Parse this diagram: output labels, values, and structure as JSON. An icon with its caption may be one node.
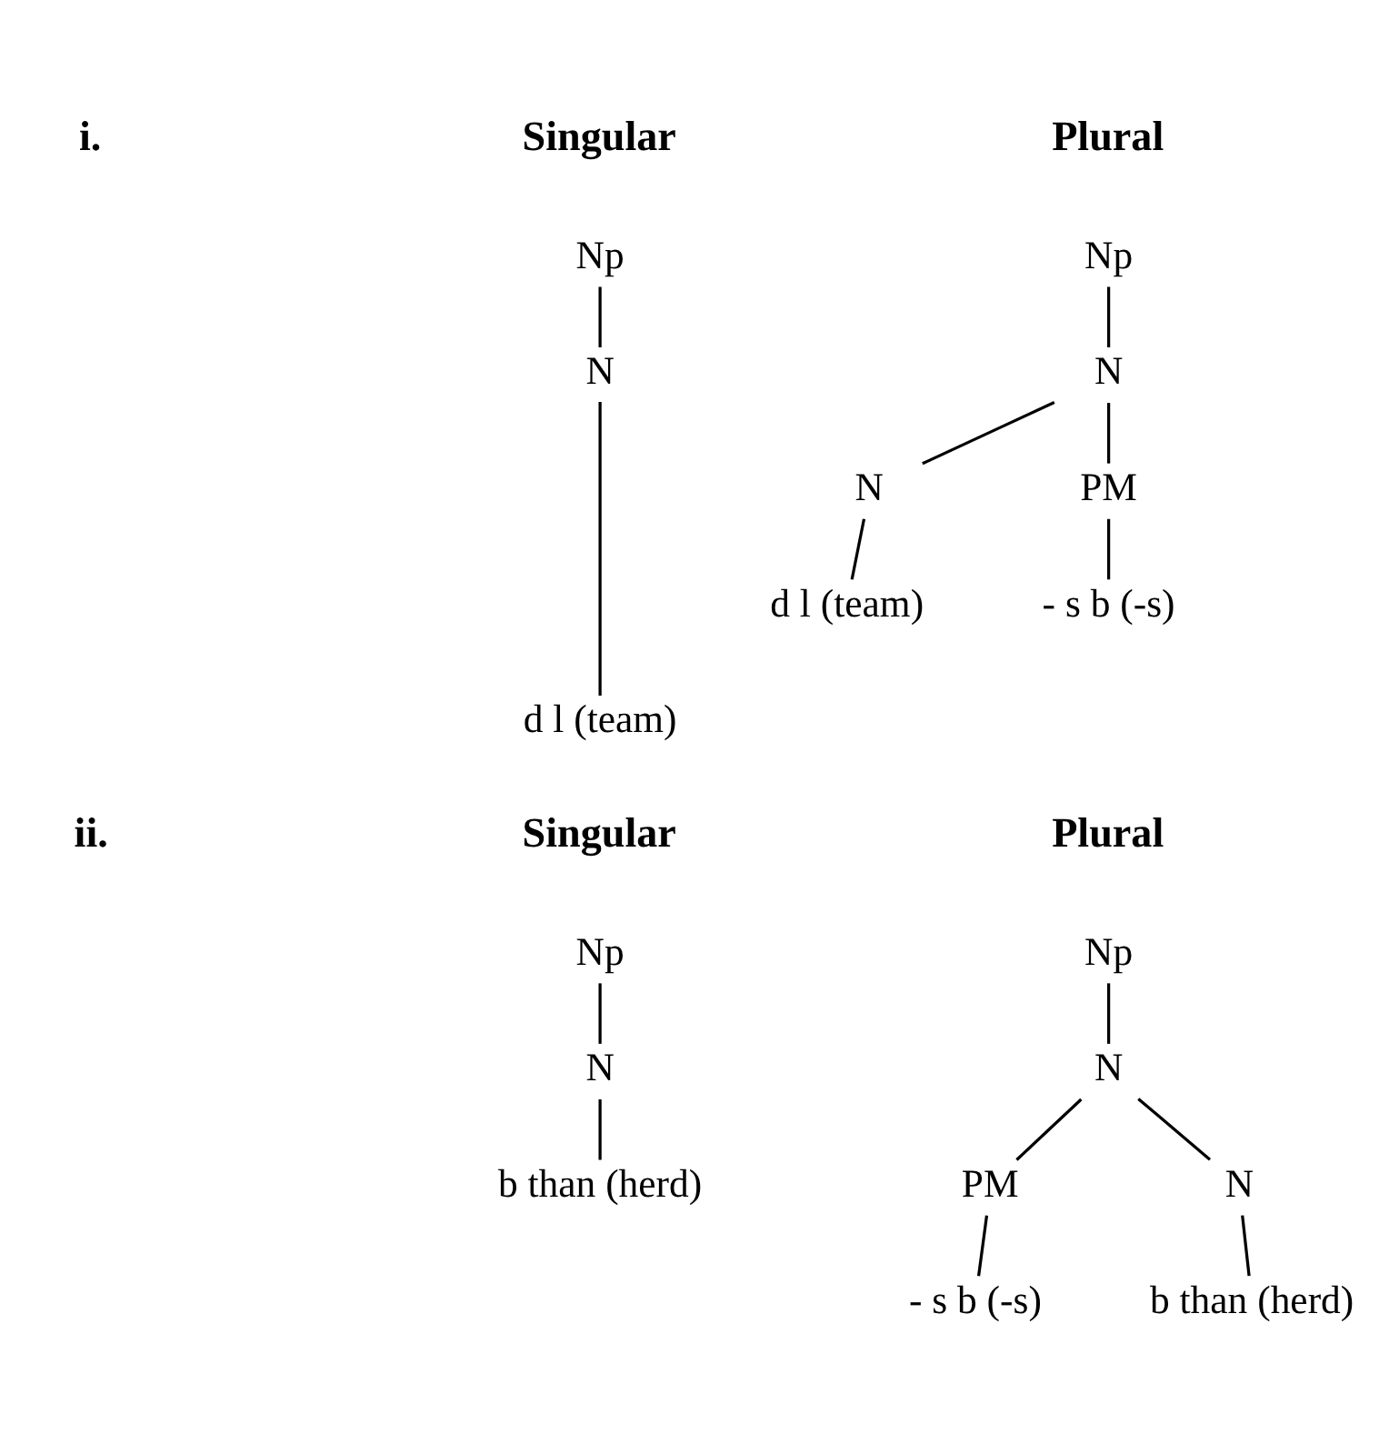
{
  "diagram": {
    "nodes": [
      {
        "text": [
          "Np"
        ]
      },
      {
        "text": [
          "N"
        ]
      },
      {
        "text": [
          "d l (team)"
        ]
      },
      {
        "text": [
          "Np"
        ]
      },
      {
        "text": [
          "N"
        ]
      },
      {
        "text": [
          "N"
        ]
      },
      {
        "text": [
          "PM"
        ]
      },
      {
        "text": [
          "d l (team)"
        ]
      },
      {
        "text": [
          "- s b (-s)"
        ]
      },
      {
        "text": [
          "Np"
        ]
      },
      {
        "text": [
          "N"
        ]
      },
      {
        "text": [
          "b than (herd)"
        ]
      },
      {
        "text": [
          "Np"
        ]
      },
      {
        "text": [
          "N"
        ]
      },
      {
        "text": [
          "N"
        ]
      },
      {
        "text": [
          "PM"
        ]
      },
      {
        "text": [
          "b than (herd)"
        ]
      },
      {
        "text": [
          "- s b (-s)"
        ]
      }
    ],
    "edges": [
      {
        "from": 0,
        "to": 1,
        "arrow": "none"
      },
      {
        "from": 1,
        "to": 2,
        "arrow": "none"
      },
      {
        "from": 3,
        "to": 4,
        "arrow": "none"
      },
      {
        "from": 4,
        "to": 5,
        "arrow": "none"
      },
      {
        "from": 4,
        "to": 6,
        "arrow": "none"
      },
      {
        "from": 5,
        "to": 7,
        "arrow": "none"
      },
      {
        "from": 6,
        "to": 8,
        "arrow": "none"
      },
      {
        "from": 9,
        "to": 10,
        "arrow": "none"
      },
      {
        "from": 10,
        "to": 11,
        "arrow": "none"
      },
      {
        "from": 12,
        "to": 13,
        "arrow": "none"
      },
      {
        "from": 13,
        "to": 14,
        "arrow": "none"
      },
      {
        "from": 13,
        "to": 15,
        "arrow": "none"
      },
      {
        "from": 14,
        "to": 16,
        "arrow": "none"
      },
      {
        "from": 15,
        "to": 17,
        "arrow": "none"
      }
    ],
    "labels": [
      "i.",
      "Singular",
      "Plural",
      "ii.",
      "Singular",
      "Plural"
    ]
  }
}
